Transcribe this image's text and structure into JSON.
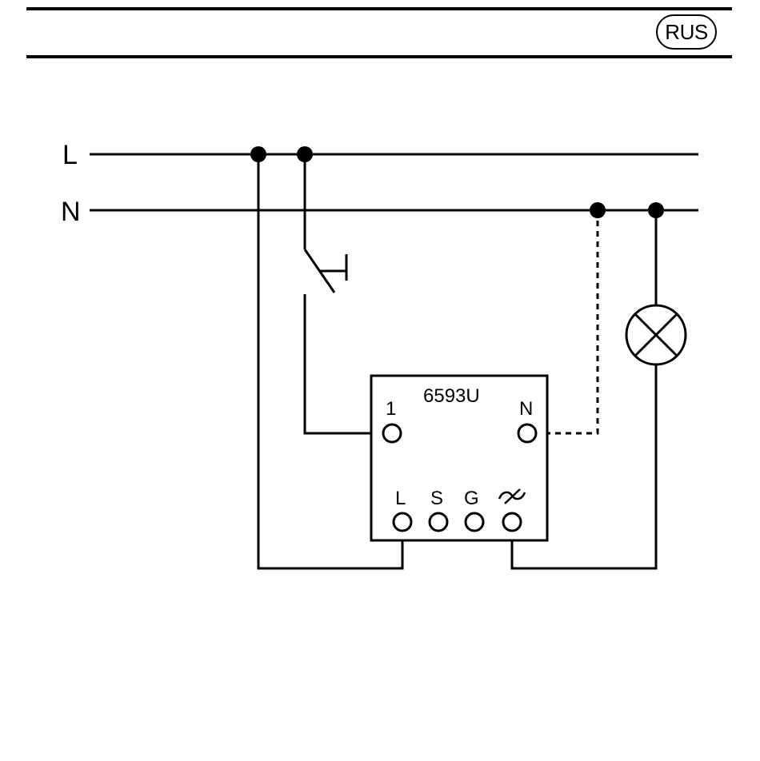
{
  "header": {
    "language_badge": "RUS"
  },
  "diagram": {
    "lines": {
      "live": "L",
      "neutral": "N"
    },
    "device": {
      "model": "6593U",
      "terminal_1": "1",
      "terminal_n": "N",
      "terminal_l": "L",
      "terminal_s": "S",
      "terminal_g": "G"
    },
    "icons": {
      "switch": "pushbutton-switch-icon",
      "lamp": "lamp-icon",
      "dimmer_output": "dimmer-output-icon"
    },
    "colors": {
      "ink": "#000000",
      "paper": "#ffffff"
    }
  }
}
